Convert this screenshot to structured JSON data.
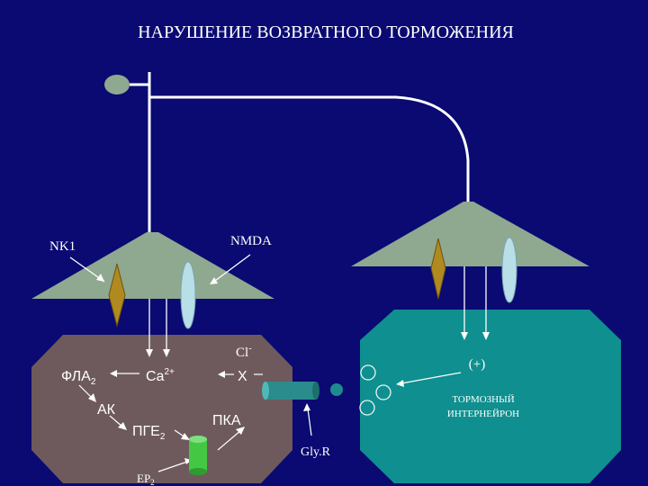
{
  "title": "НАРУШЕНИЕ ВОЗВРАТНОГО ТОРМОЖЕНИЯ",
  "receptors": {
    "nk1": "NK1",
    "nmda": "NMDA",
    "glyr": "Gly.R"
  },
  "intracellular": {
    "fla2": "ФЛА",
    "fla2_sub": "2",
    "ca2": "Ca",
    "ca2_sup": "2+",
    "ak": "АК",
    "pge2": "ПГЕ",
    "pge2_sub": "2",
    "ep2": "EP",
    "ep2_sub": "2",
    "pka": "ПКА",
    "cl": "Cl",
    "cl_sup": "-",
    "block": "X"
  },
  "interneuron": {
    "sign": "(+)",
    "label_line1": "ТОРМОЗНЫЙ",
    "label_line2": "ИНТЕРНЕЙРОН"
  },
  "colors": {
    "background": "#0a0a72",
    "neuron_body": "#8fa890",
    "left_cell": "#6e5a5c",
    "interneuron": "#0f8f8f",
    "receptor_diamond": "#b08a1e",
    "receptor_oval": "#b8dee8",
    "gly_channel": "#2a8c8c",
    "ep2_channel": "#44c844"
  }
}
